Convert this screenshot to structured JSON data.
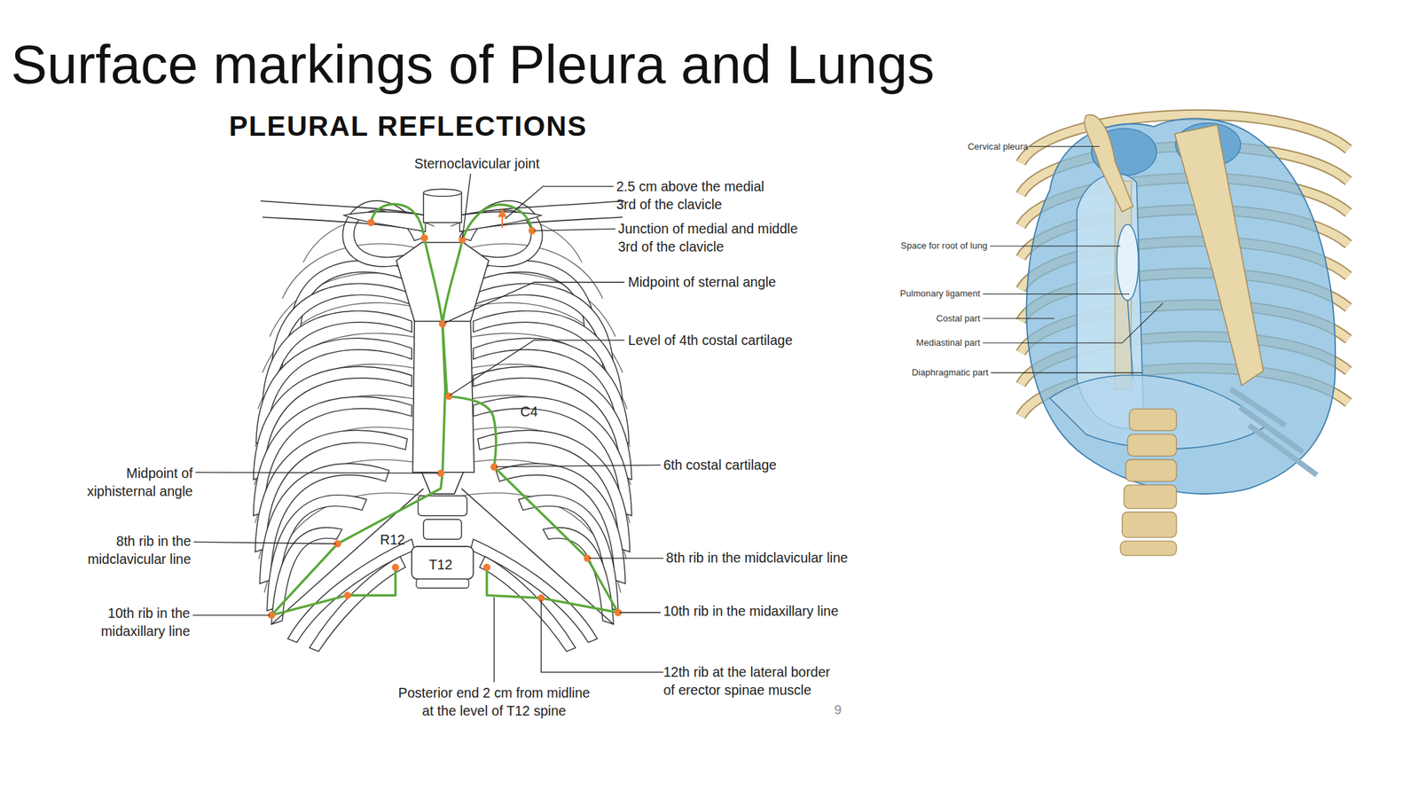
{
  "diagram": {
    "title": "Surface markings of Pleura and Lungs",
    "labels": [
      "PLEURAL REFLECTIONS",
      "Sternoclavicular joint",
      "2.5 cm above the medial 3rd of the clavicle",
      "Junction of medial and middle 3rd of the clavicle",
      "Midpoint of sternal angle",
      "Level of 4th costal cartilage",
      "C4",
      "Midpoint of xiphisternal angle",
      "6th costal cartilage",
      "8th rib in the midclavicular line",
      "R12",
      "T12",
      "8th rib in the midclavicular line",
      "10th rib in the midaxillary line",
      "10th rib in the midaxillary line",
      "12th rib at the lateral border of erector spinae muscle",
      "Posterior end 2 cm from midline at the level of T12 spine",
      "9",
      "Cervical pleura",
      "Space for root of lung",
      "Pulmonary ligament",
      "Costal part",
      "Mediastinal part",
      "Diaphragmatic part"
    ]
  }
}
